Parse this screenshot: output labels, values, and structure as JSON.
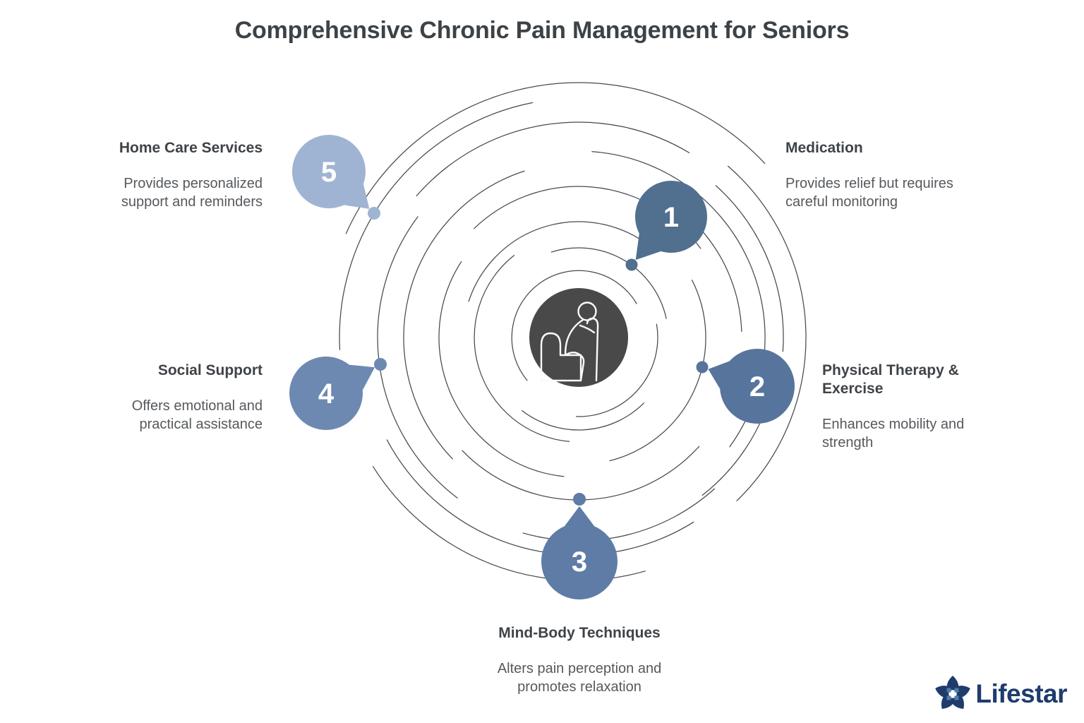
{
  "title": "Comprehensive Chronic Pain Management for Seniors",
  "center": {
    "icon": "senior-with-cane-icon",
    "circle_color": "#494949"
  },
  "steps": [
    {
      "number": "1",
      "label": "Medication",
      "description": "Provides relief but requires careful monitoring",
      "color": "#516f8e"
    },
    {
      "number": "2",
      "label": "Physical Therapy & Exercise",
      "description": "Enhances mobility and strength",
      "color": "#57759c"
    },
    {
      "number": "3",
      "label": "Mind-Body Techniques",
      "description": "Alters pain perception and promotes relaxation",
      "color": "#5e7ca6"
    },
    {
      "number": "4",
      "label": "Social Support",
      "description": "Offers emotional and practical assistance",
      "color": "#6d89b2"
    },
    {
      "number": "5",
      "label": "Home Care Services",
      "description": "Provides personalized support and reminders",
      "color": "#9fb4d2"
    }
  ],
  "colors": {
    "spiral_line": "#46494d",
    "number_text": "#ffffff",
    "title_text": "#3d4246",
    "heading_text": "#3f4347",
    "body_text": "#55595d",
    "logo_navy": "#1f3c6d",
    "logo_accent": "#4e7dab"
  },
  "logo": {
    "name": "Lifestar"
  }
}
